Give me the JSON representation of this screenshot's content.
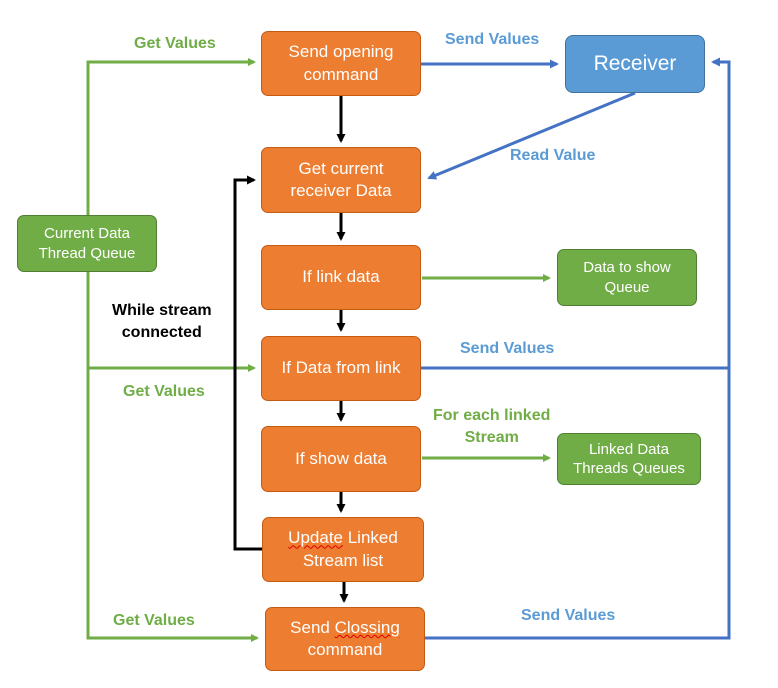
{
  "boxes": {
    "send_opening": "Send opening\ncommand",
    "receiver": "Receiver",
    "get_current": "Get current\nreceiver Data",
    "current_queue": "Current Data\nThread Queue",
    "if_link": "If link data",
    "data_to_show": "Data to show\nQueue",
    "if_data_from_link": "If Data from link",
    "if_show": "If show data",
    "linked_queues": "Linked Data\nThreads Queues",
    "update_linked_a": "Update",
    "update_linked_b": " Linked\nStream list",
    "send_closing_a": "Send ",
    "send_closing_b": "Clossing",
    "send_closing_c": "\ncommand"
  },
  "labels": {
    "get_values_1": "Get Values",
    "send_values_1": "Send Values",
    "read_value": "Read Value",
    "while_stream": "While stream\nconnected",
    "send_values_2": "Send Values",
    "get_values_2": "Get Values",
    "for_each": "For each linked\nStream",
    "get_values_3": "Get Values",
    "send_values_3": "Send Values"
  },
  "colors": {
    "process": "#ED7D31",
    "queue": "#70AD47",
    "receiver": "#5B9BD5",
    "green_arrow": "#70AD47",
    "blue_arrow": "#4472C4",
    "black_arrow": "#000000"
  }
}
